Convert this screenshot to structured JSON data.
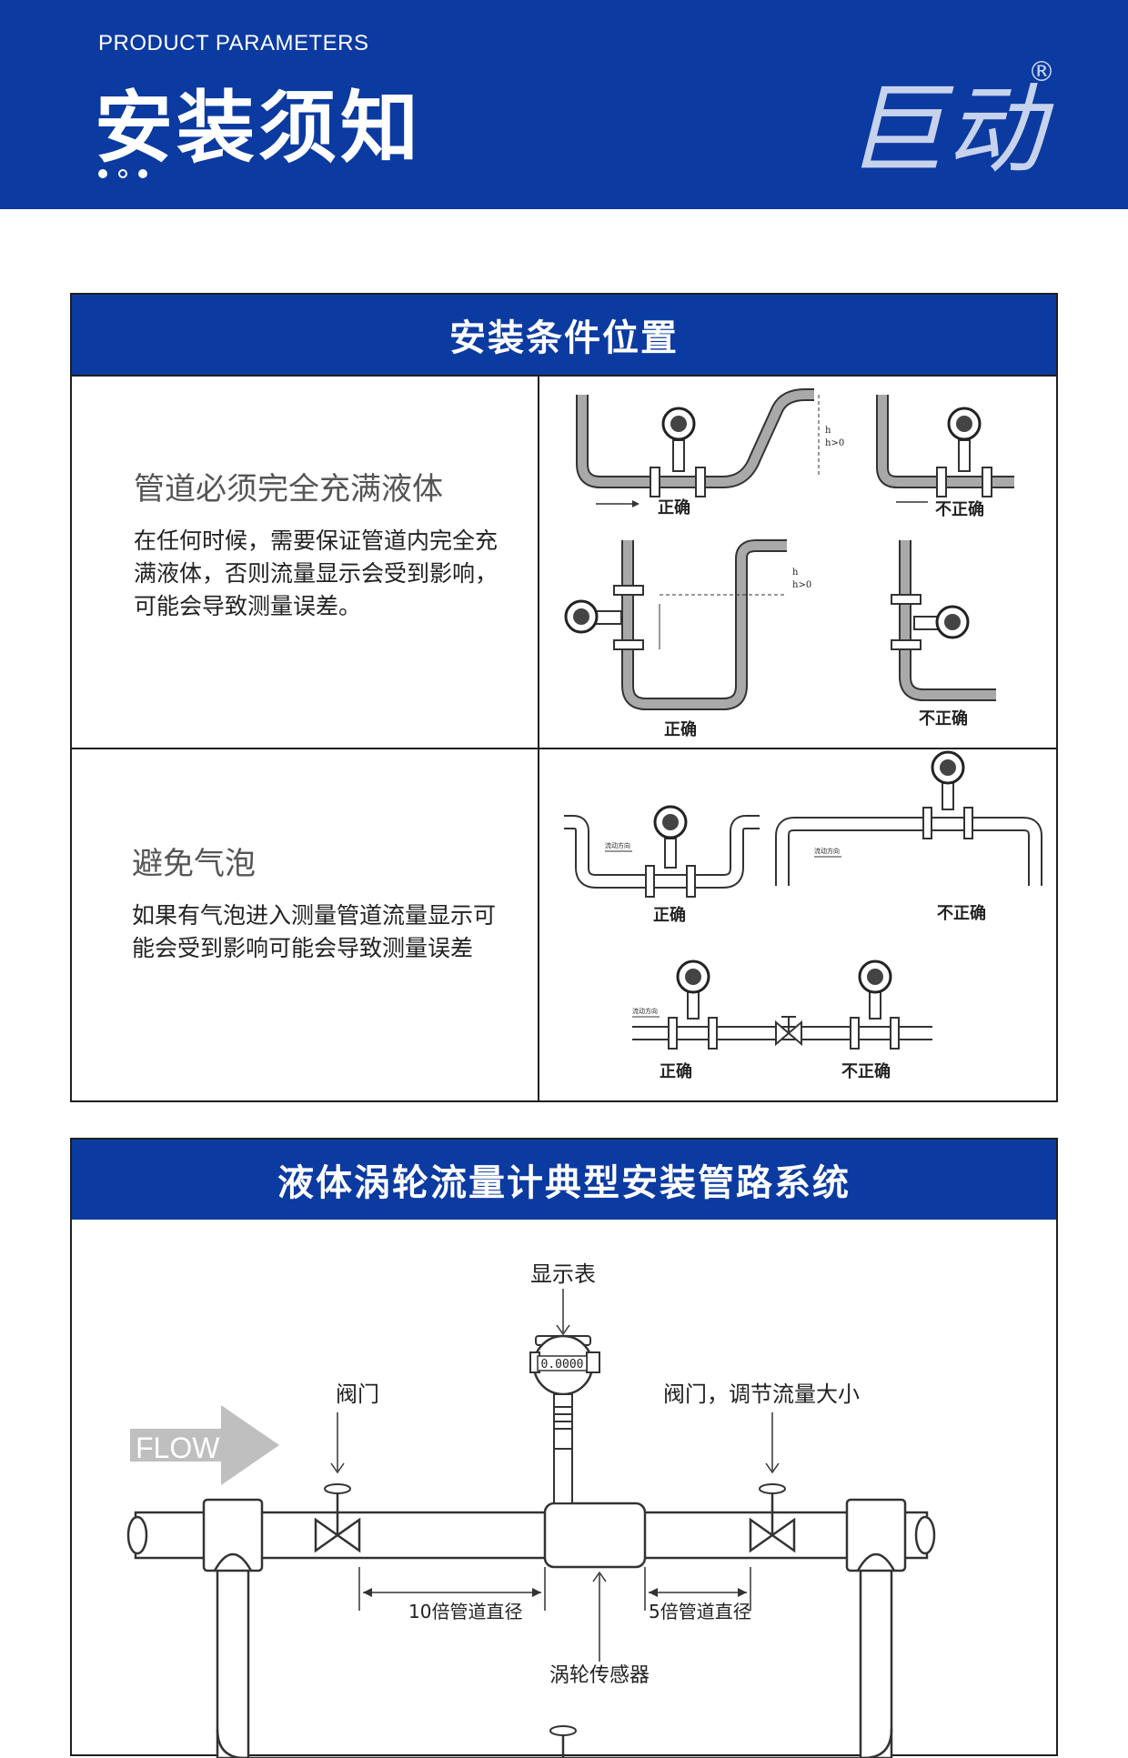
{
  "header": {
    "subtitle_en": "PRODUCT PARAMETERS",
    "title": "安装须知",
    "logo_text": "巨动",
    "logo_reg": "®"
  },
  "section1": {
    "title": "安装条件位置",
    "block1": {
      "title": "管道必须完全充满液体",
      "desc": "在任何时候，需要保证管道内完全充满液体，否则流量显示会受到影响，可能会导致测量误差。"
    },
    "block2": {
      "title": "避免气泡",
      "desc": "如果有气泡进入测量管道流量显示可能会受到影响可能会导致测量误差"
    },
    "labels": {
      "correct": "正确",
      "incorrect": "不正确",
      "h": "h",
      "h_gt0": "h>0",
      "flow_dir": "流动方向"
    }
  },
  "section2": {
    "title": "液体涡轮流量计典型安装管路系统",
    "labels": {
      "display": "显示表",
      "valve": "阀门",
      "valve_adjust": "阀门，调节流量大小",
      "flow": "FLOW",
      "readout": "0.0000",
      "upstream": "10倍管道直径",
      "downstream": "5倍管道直径",
      "sensor": "涡轮传感器"
    }
  },
  "colors": {
    "brand_blue": "#0b3aa1",
    "pipe_gray": "#a9a9a9",
    "line": "#1f1f1f"
  }
}
